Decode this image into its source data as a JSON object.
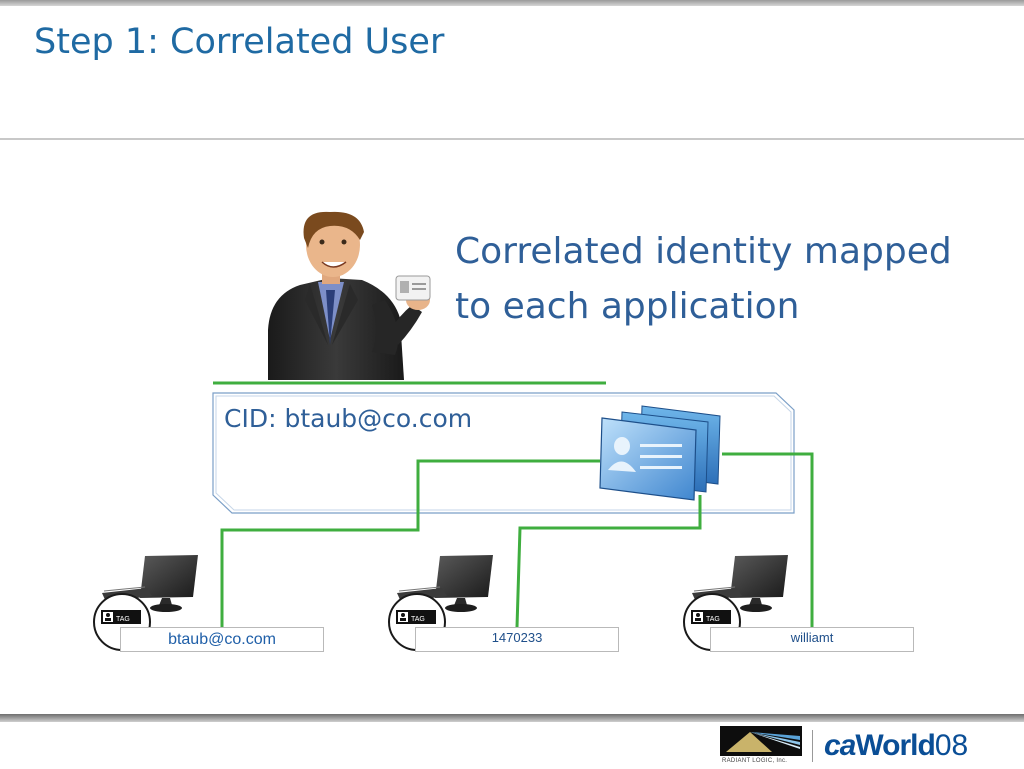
{
  "slide": {
    "title": "Step 1: Correlated User",
    "headline_line1": "Correlated identity mapped",
    "headline_line2": "to each application",
    "cid_label": "CID: btaub@co.com"
  },
  "applications": [
    {
      "label": "btaub@co.com",
      "tag_text": "TAG"
    },
    {
      "label": "1470233",
      "tag_text": "TAG"
    },
    {
      "label": "williamt",
      "tag_text": "TAG"
    }
  ],
  "footer": {
    "radiant_logic_text": "RADIANT LOGIC, Inc.",
    "ca_text": "ca",
    "world_text": "World",
    "year_text": "08"
  },
  "colors": {
    "title": "#1f6aa3",
    "headline": "#2f5f98",
    "connector": "#3fae3f",
    "ca_brand": "#0a4e96"
  },
  "icons": [
    "person-with-id-card-icon",
    "id-cards-icon",
    "computer-workstation-icon",
    "id-tag-icon"
  ]
}
